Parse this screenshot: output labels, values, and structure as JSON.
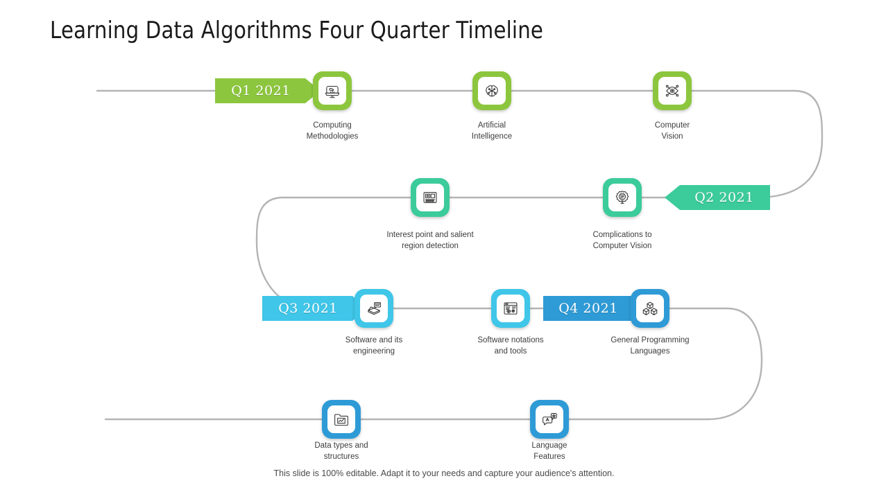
{
  "slide": {
    "title": "Learning Data Algorithms Four Quarter Timeline",
    "footer": "This slide is 100% editable. Adapt it to your needs and capture your audience's attention."
  },
  "colors": {
    "green": "#8CC63E",
    "teal": "#3CCB9B",
    "cyan": "#3FC6E8",
    "blue": "#2E9BD6",
    "line": "#b4b4b4",
    "text": "#3d3d3d",
    "title": "#1a1a1a"
  },
  "quarters": [
    {
      "label": "Q1 2021",
      "color": "#8CC63E",
      "direction": "right"
    },
    {
      "label": "Q2 2021",
      "color": "#3CCB9B",
      "direction": "left"
    },
    {
      "label": "Q3 2021",
      "color": "#3FC6E8",
      "direction": "right"
    },
    {
      "label": "Q4 2021",
      "color": "#2E9BD6",
      "direction": "right"
    }
  ],
  "milestones": [
    {
      "caption": "Computing\nMethodologies",
      "icon": "monitor-cloud-icon",
      "color": "#8CC63E"
    },
    {
      "caption": "Artificial\nIntelligence",
      "icon": "brain-icon",
      "color": "#8CC63E"
    },
    {
      "caption": "Computer\nVision",
      "icon": "eye-network-icon",
      "color": "#8CC63E"
    },
    {
      "caption": "Interest point and salient\nregion detection",
      "icon": "image-detection-icon",
      "color": "#3CCB9B"
    },
    {
      "caption": "Complications to\nComputer Vision",
      "icon": "gear-settings-icon",
      "color": "#3CCB9B"
    },
    {
      "caption": "Software and its\nengineering",
      "icon": "open-box-icon",
      "color": "#3FC6E8"
    },
    {
      "caption": "Software notations\nand tools",
      "icon": "browser-gears-icon",
      "color": "#3FC6E8"
    },
    {
      "caption": "General Programming\nLanguages",
      "icon": "cubes-icon",
      "color": "#2E9BD6"
    },
    {
      "caption": "Data types and\nstructures",
      "icon": "folder-chart-icon",
      "color": "#2E9BD6"
    },
    {
      "caption": "Language\nFeatures",
      "icon": "speech-translate-icon",
      "color": "#2E9BD6"
    }
  ]
}
